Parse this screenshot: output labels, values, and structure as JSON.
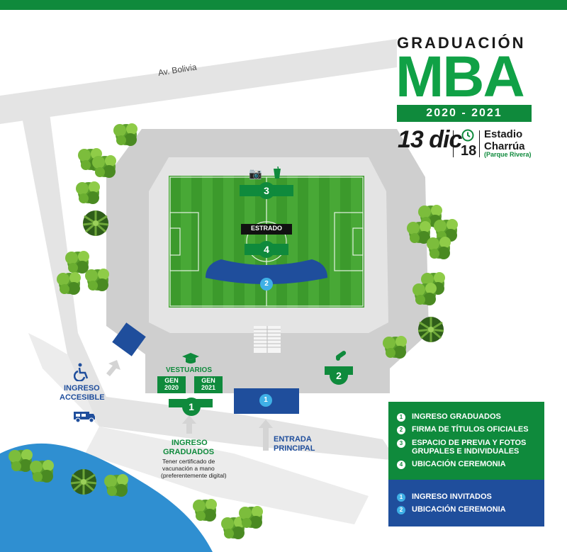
{
  "header": {
    "title": "GRADUACIÓN",
    "program": "MBA",
    "years": "2020 - 2021",
    "date_day": "13 dic",
    "time": "18",
    "venue_line1": "Estadio",
    "venue_line2": "Charrúa",
    "venue_sub": "(Parque Rivera)"
  },
  "map": {
    "street": "Av. Bolivia",
    "stage_label": "ESTRADO",
    "markers": {
      "m1_graduates": "1",
      "m2_titles": "2",
      "m3_photos": "3",
      "m4_ceremony": "4",
      "b1_guests": "1",
      "b2_guest_seating": "2"
    },
    "locker_title": "VESTUARIOS",
    "locker_gen2020_a": "GEN",
    "locker_gen2020_b": "2020",
    "locker_gen2021_a": "GEN",
    "locker_gen2021_b": "2021",
    "accessible_1": "INGRESO",
    "accessible_2": "ACCESIBLE",
    "grad_entry_1": "INGRESO",
    "grad_entry_2": "GRADUADOS",
    "grad_note_1": "Tener certificado de",
    "grad_note_2": "vacunación a mano",
    "grad_note_3": "(preferentemente digital)",
    "main_entry_1": "ENTRADA",
    "main_entry_2": "PRINCIPAL",
    "icons": [
      "camera-icon",
      "drink-icon",
      "graduation-cap-icon",
      "diploma-icon",
      "wheelchair-icon",
      "van-icon",
      "clock-icon",
      "arrow-up-icon"
    ]
  },
  "legend": {
    "green": [
      {
        "num": "1",
        "text": "INGRESO GRADUADOS"
      },
      {
        "num": "2",
        "text": "FIRMA DE TÍTULOS OFICIALES"
      },
      {
        "num": "3",
        "text": "ESPACIO DE PREVIA Y FOTOS GRUPALES E INDIVIDUALES"
      },
      {
        "num": "4",
        "text": "UBICACIÓN CEREMONIA"
      }
    ],
    "blue": [
      {
        "num": "1",
        "text": "INGRESO INVITADOS"
      },
      {
        "num": "2",
        "text": "UBICACIÓN CEREMONIA"
      }
    ]
  },
  "colors": {
    "brand_green": "#0f8a3c",
    "mba_green": "#10a146",
    "brand_blue": "#1f4e9c",
    "accent_cyan": "#3fb0e6",
    "water": "#2f8fd1",
    "pitch": "#3e9a2e"
  }
}
